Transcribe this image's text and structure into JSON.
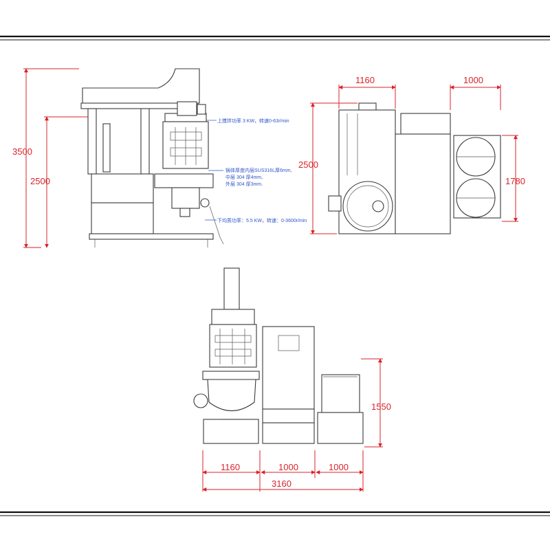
{
  "dims": {
    "front_height_total": "3500",
    "front_height_mid": "2500",
    "side_width_left": "1160",
    "side_width_right": "1000",
    "side_height": "2500",
    "side_right_height": "1780",
    "bottom_w1": "1160",
    "bottom_w2": "1000",
    "bottom_w3": "1000",
    "bottom_total": "3160",
    "bottom_height": "1550"
  },
  "annotations": {
    "top_motor": "上搅拌功率 3 KW，转速0-63r/min",
    "tank_line1": "锅体厚度内层SUS316L厚6mm,",
    "tank_line2": "中层 304    厚4mm,",
    "tank_line3": "外层 304    厚3mm.",
    "homogenizer": "下均质功率：5.5 KW，转速：0-3600r/min"
  },
  "colors": {
    "dimension": "#d8232a",
    "annotation": "#2e55c8",
    "line": "#3a3a3a"
  }
}
